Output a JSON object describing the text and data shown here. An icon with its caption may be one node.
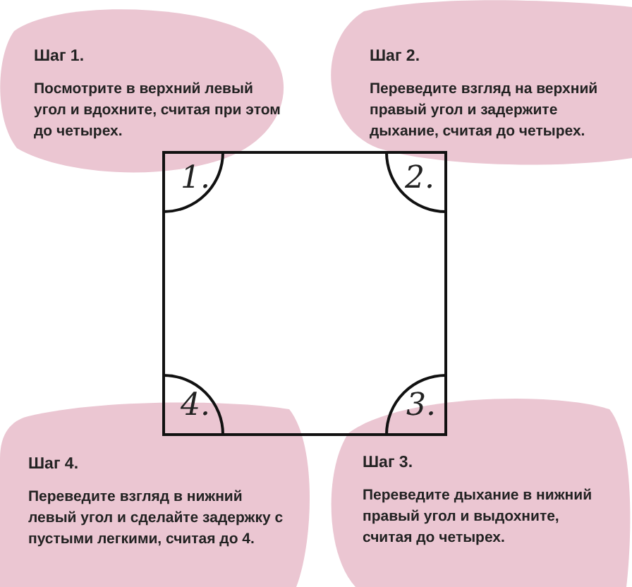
{
  "diagram": {
    "nodes": [
      {
        "text": [
          "Шаг 1.",
          "Посмотрите в верхний левый угол и вдохните, считая при этом до четырех."
        ]
      },
      {
        "text": [
          "Шаг 2.",
          "Переведите взгляд на верхний правый угол и задержите дыхание, считая до четырех."
        ]
      },
      {
        "text": [],
        "shape": "box"
      },
      {
        "text": [
          "1."
        ],
        "in": 2
      },
      {
        "text": [
          "2."
        ],
        "in": 2
      },
      {
        "text": [
          "4."
        ],
        "in": 2
      },
      {
        "text": [
          "3."
        ],
        "in": 2
      },
      {
        "text": [
          "Шаг 4.",
          "Переведите взгляд в нижний левый угол и сделайте задержку с пустыми легкими, считая до 4."
        ]
      },
      {
        "text": [
          "Шаг 3.",
          "Переведите дыхание в нижний правый угол и выдохните, считая до четырех."
        ]
      }
    ]
  }
}
